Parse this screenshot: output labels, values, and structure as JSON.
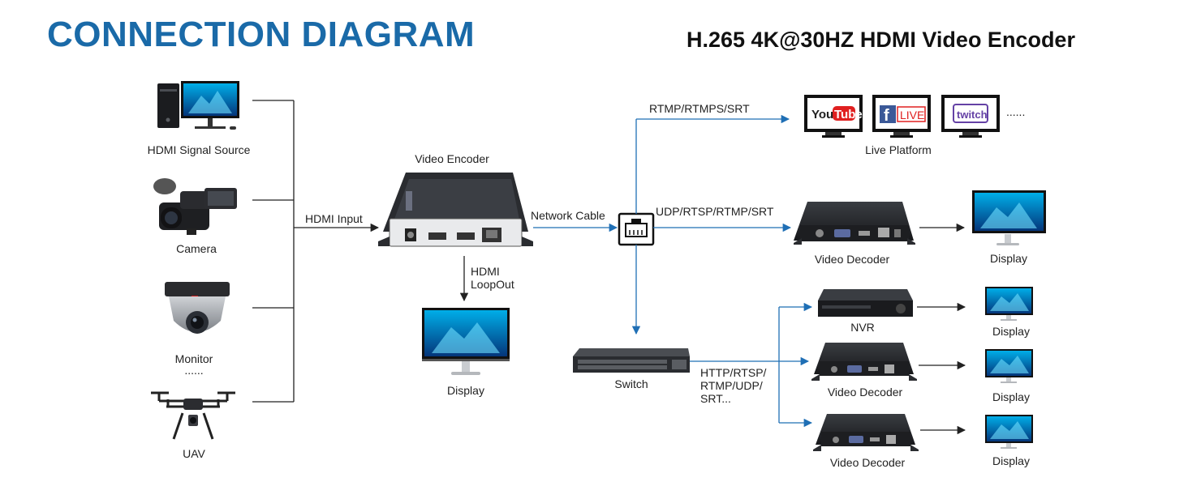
{
  "header": {
    "title": "CONNECTION DIAGRAM",
    "subtitle": "H.265 4K@30HZ HDMI Video Encoder"
  },
  "sources": {
    "hdmi_source": "HDMI Signal Source",
    "camera": "Camera",
    "monitor": "Monitor",
    "monitor_more": "......",
    "uav": "UAV"
  },
  "links": {
    "hdmi_input": "HDMI Input",
    "network_cable": "Network Cable",
    "loopout_line1": "HDMI",
    "loopout_line2": "LoopOut",
    "rtmp_srt": "RTMP/RTMPS/SRT",
    "udp_rtsp": "UDP/RTSP/RTMP/SRT",
    "switch_proto_1": "HTTP/RTSP/",
    "switch_proto_2": "RTMP/UDP/",
    "switch_proto_3": "SRT..."
  },
  "devices": {
    "encoder": "Video Encoder",
    "loop_display": "Display",
    "live_platform": "Live Platform",
    "live_more": "......",
    "decoder_top": "Video Decoder",
    "display_top": "Display",
    "switch": "Switch",
    "nvr": "NVR",
    "display_nvr": "Display",
    "decoder_mid": "Video Decoder",
    "display_mid": "Display",
    "decoder_bot": "Video Decoder",
    "display_bot": "Display"
  },
  "platforms": {
    "youtube_you": "You",
    "youtube_tube": "Tube",
    "facebook_f": "f",
    "facebook_live": "LIVE",
    "twitch": "twitch"
  },
  "colors": {
    "title_blue": "#1a6aa8",
    "link_blue": "#1f6fb5",
    "line_dark": "#222222",
    "youtube_red": "#e02020",
    "facebook_blue": "#3b5998",
    "twitch_purple": "#6441a5"
  }
}
